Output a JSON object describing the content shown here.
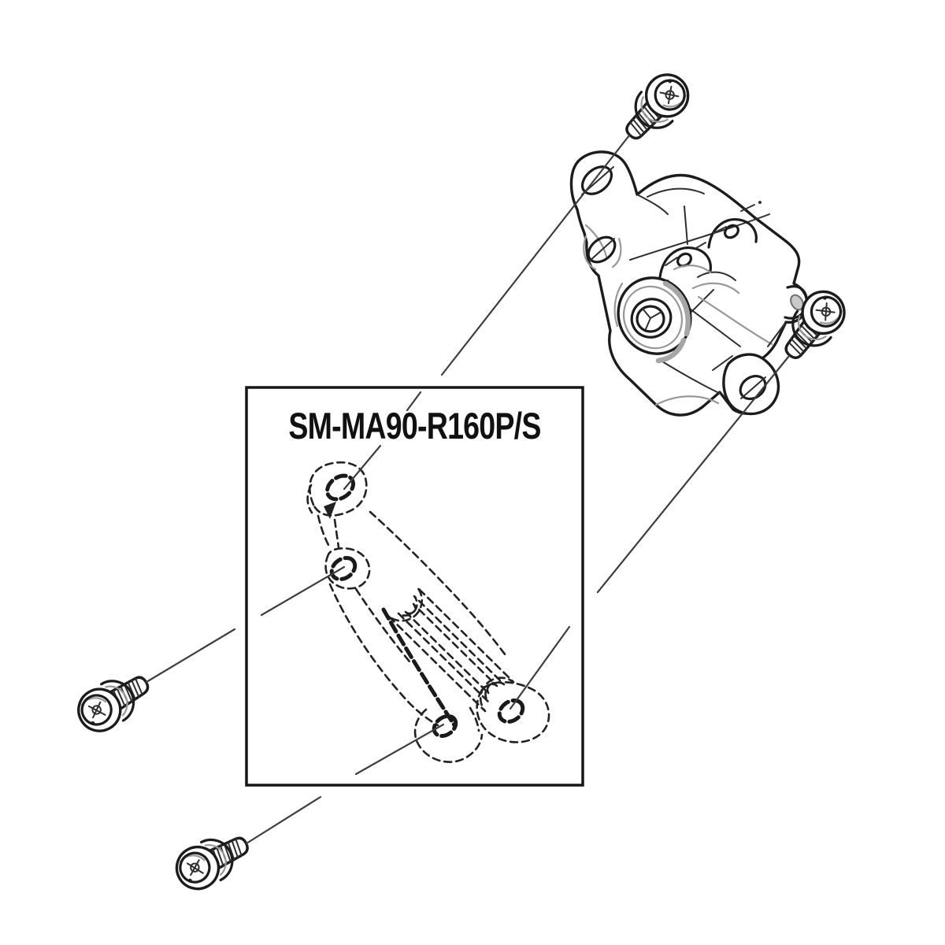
{
  "diagram": {
    "label": "SM-MA90-R160P/S",
    "type": "exploded-parts-diagram",
    "parts": {
      "caliper": "disc-brake-caliper",
      "adapter": "disc-brake-mount-adapter",
      "bolts": [
        "mount-bolt-top",
        "mount-bolt-right",
        "mount-bolt-lower-left",
        "mount-bolt-bottom"
      ]
    },
    "colors": {
      "ink": "#1c1c1c",
      "gray_accent": "#989898",
      "leader": "#3d3d3d",
      "background": "#ffffff"
    }
  }
}
